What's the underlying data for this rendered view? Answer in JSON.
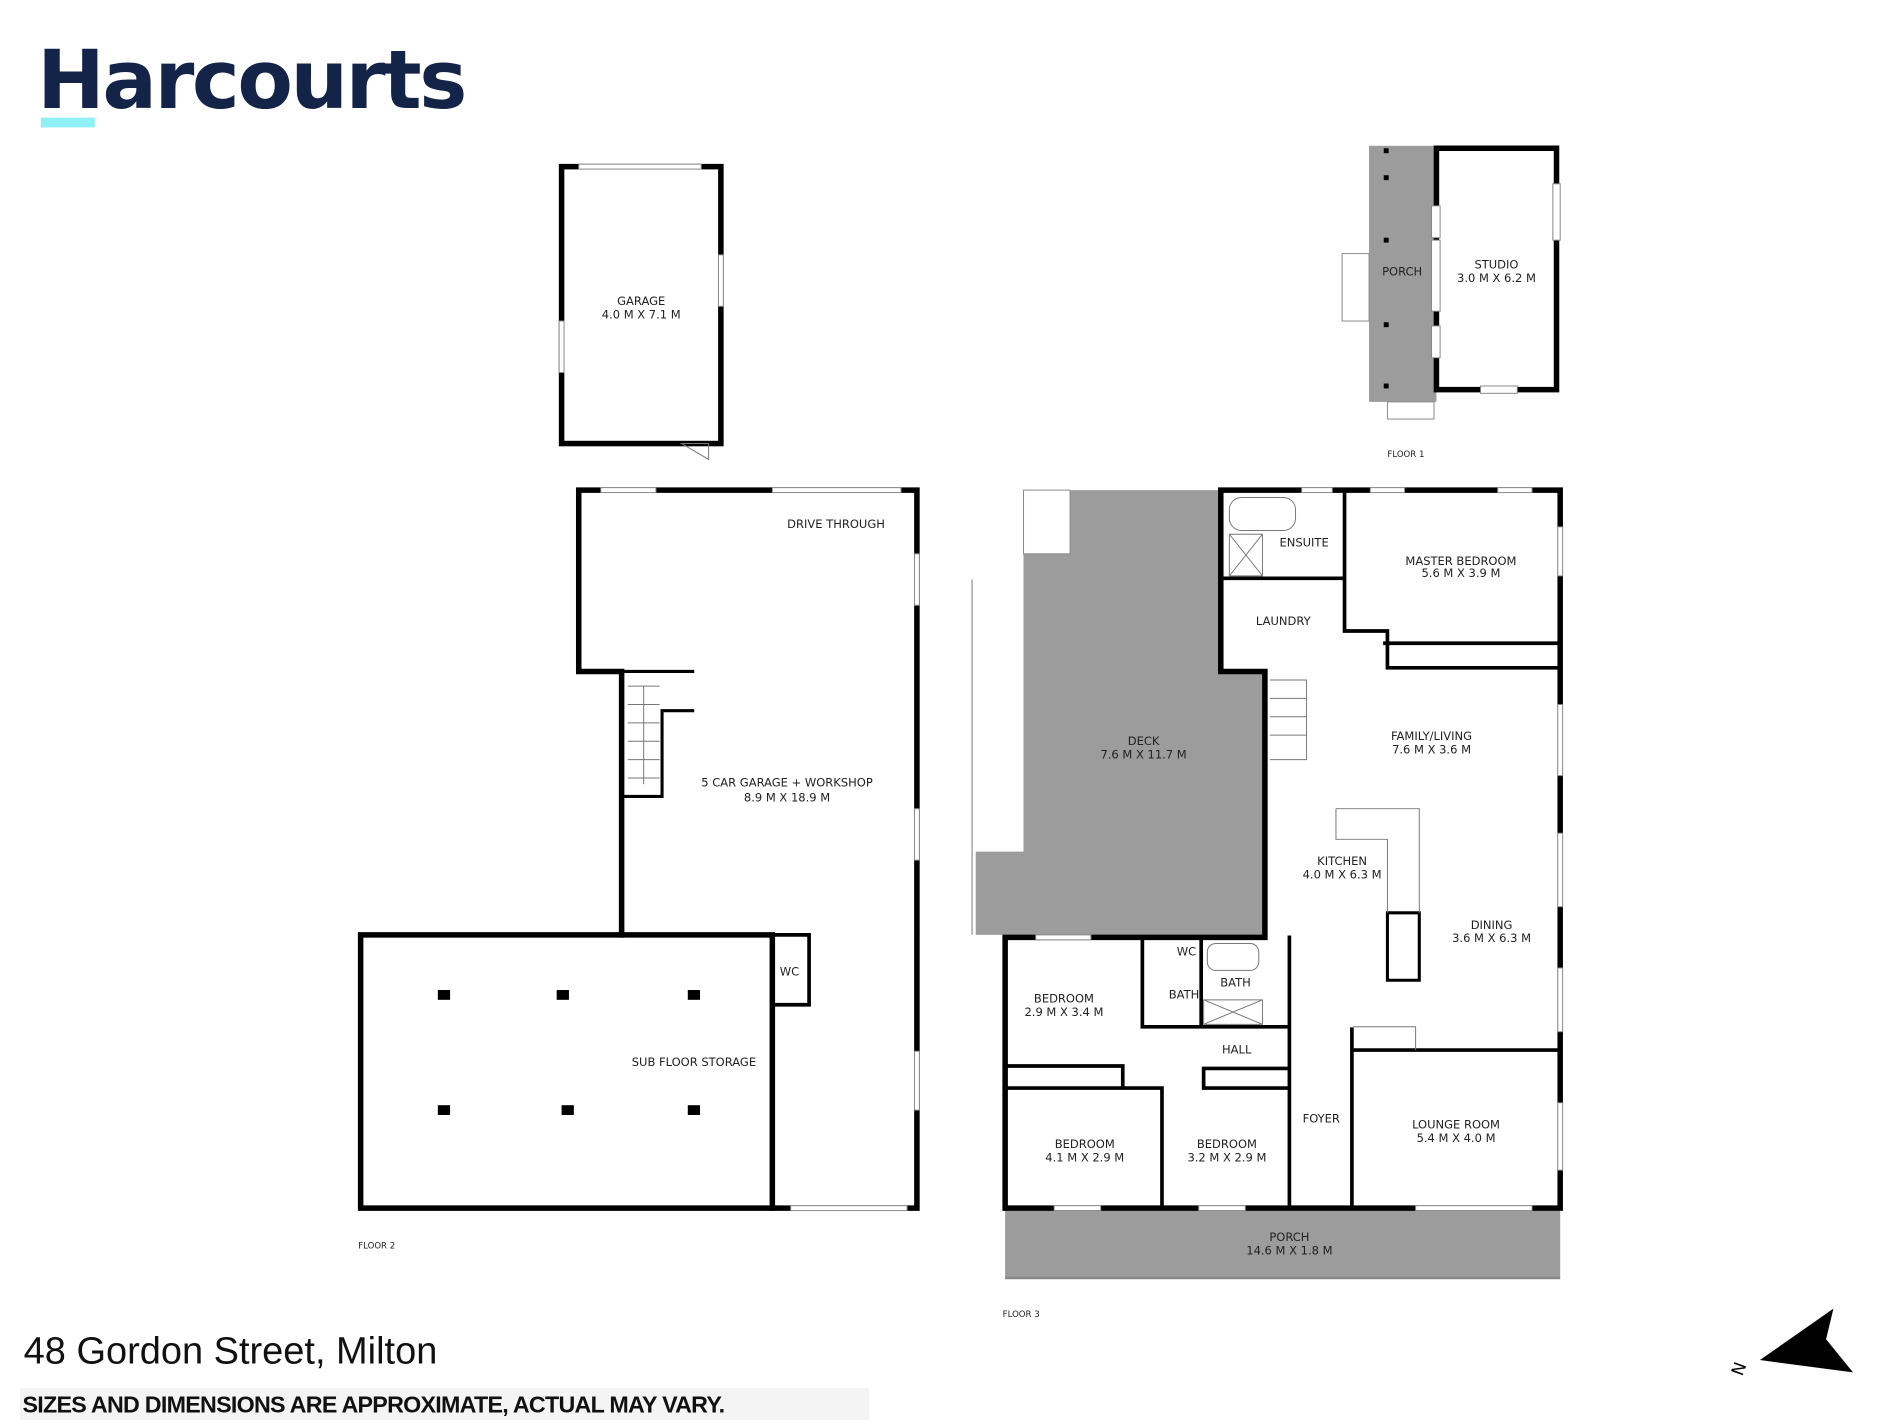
{
  "brand": {
    "name": "Harcourts",
    "navy": "#142348",
    "accent": "#8FF0F5"
  },
  "floor1": {
    "label": "FLOOR 1",
    "rooms": [
      {
        "name": "STUDIO",
        "size": "3.0 M X 6.2 M"
      },
      {
        "name": "PORCH",
        "size": ""
      }
    ]
  },
  "garage_detached": {
    "name": "GARAGE",
    "size": "4.0 M X 7.1 M"
  },
  "floor2": {
    "label": "FLOOR 2",
    "rooms": [
      {
        "name": "DRIVE THROUGH",
        "size": ""
      },
      {
        "name": "5 CAR GARAGE + WORKSHOP",
        "size": "8.9 M X 18.9 M"
      },
      {
        "name": "SUB FLOOR STORAGE",
        "size": ""
      },
      {
        "name": "WC",
        "size": ""
      }
    ]
  },
  "floor3": {
    "label": "FLOOR 3",
    "rooms": [
      {
        "name": "DECK",
        "size": "7.6 M X 11.7 M"
      },
      {
        "name": "ENSUITE",
        "size": ""
      },
      {
        "name": "LAUNDRY",
        "size": ""
      },
      {
        "name": "MASTER BEDROOM",
        "size": "5.6 M X 3.9 M"
      },
      {
        "name": "FAMILY/LIVING",
        "size": "7.6 M X 3.6 M"
      },
      {
        "name": "KITCHEN",
        "size": "4.0 M X 6.3 M"
      },
      {
        "name": "DINING",
        "size": "3.6 M X 6.3 M"
      },
      {
        "name": "WC",
        "size": ""
      },
      {
        "name": "BATH",
        "size": ""
      },
      {
        "name": "BATH",
        "size": ""
      },
      {
        "name": "BEDROOM",
        "size": "2.9 M X 3.4 M"
      },
      {
        "name": "HALL",
        "size": ""
      },
      {
        "name": "FOYER",
        "size": ""
      },
      {
        "name": "BEDROOM",
        "size": "4.1 M X 2.9 M"
      },
      {
        "name": "BEDROOM",
        "size": "3.2 M X 2.9 M"
      },
      {
        "name": "LOUNGE ROOM",
        "size": "5.4 M X 4.0 M"
      },
      {
        "name": "PORCH",
        "size": "14.6 M X 1.8 M"
      }
    ]
  },
  "footer": {
    "address": "48 Gordon Street, Milton",
    "disclaimer": "SIZES AND DIMENSIONS ARE APPROXIMATE, ACTUAL MAY VARY."
  },
  "compass": {
    "icon": "north-arrow-icon",
    "letter": "N"
  }
}
